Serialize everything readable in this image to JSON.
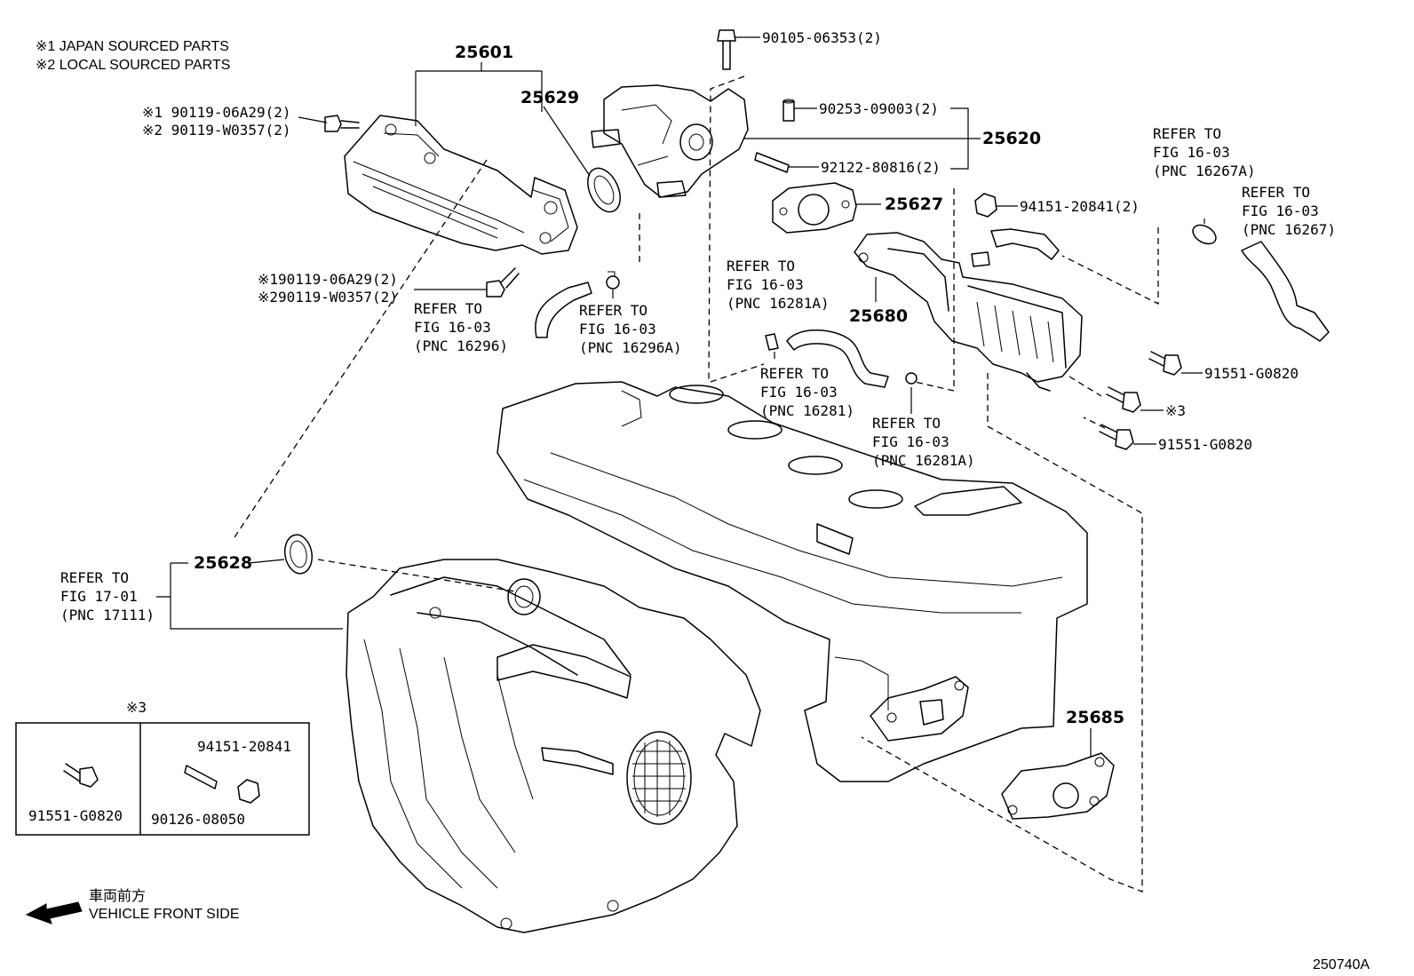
{
  "legend": {
    "note1": "※1  JAPAN SOURCED PARTS",
    "note2": "※2  LOCAL SOURCED PARTS"
  },
  "pnc": {
    "p25601": "25601",
    "p25629": "25629",
    "p25620": "25620",
    "p25627": "25627",
    "p25680": "25680",
    "p25628": "25628",
    "p25685": "25685"
  },
  "parts": {
    "bolt_top_j": "※1 90119-06A29(2)",
    "bolt_top_l": "※2 90119-W0357(2)",
    "bolt_low_j": "※190119-06A29(2)",
    "bolt_low_l": "※290119-W0357(2)",
    "bolt_90105": "90105-06353(2)",
    "pin_90253": "90253-09003(2)",
    "stud_92122": "92122-80816(2)",
    "nut_94151": "94151-20841(2)",
    "bolt_91551_a": "91551-G0820",
    "bolt_91551_b": "91551-G0820",
    "ref3_mark": "※3"
  },
  "refs": {
    "r16296": [
      "REFER TO",
      "FIG 16-03",
      "(PNC 16296)"
    ],
    "r16296a": [
      "REFER TO",
      "FIG 16-03",
      "(PNC 16296A)"
    ],
    "r16281a_top": [
      "REFER TO",
      "FIG 16-03",
      "(PNC 16281A)"
    ],
    "r16281": [
      "REFER TO",
      "FIG 16-03",
      "(PNC 16281)"
    ],
    "r16281a_bot": [
      "REFER TO",
      "FIG 16-03",
      "(PNC 16281A)"
    ],
    "r16267a": [
      "REFER TO",
      "FIG 16-03",
      "(PNC 16267A)"
    ],
    "r16267": [
      "REFER TO",
      "FIG 16-03",
      "(PNC 16267)"
    ],
    "r17111": [
      "REFER TO",
      "FIG 17-01",
      "(PNC 17111)"
    ]
  },
  "inset": {
    "mark": "※3",
    "left_part": "91551-G0820",
    "right_top_part": "94151-20841",
    "right_bottom_part": "90126-08050"
  },
  "footer": {
    "front_jp": "車両前方",
    "front_en": "VEHICLE FRONT SIDE",
    "figure_id": "250740A"
  }
}
